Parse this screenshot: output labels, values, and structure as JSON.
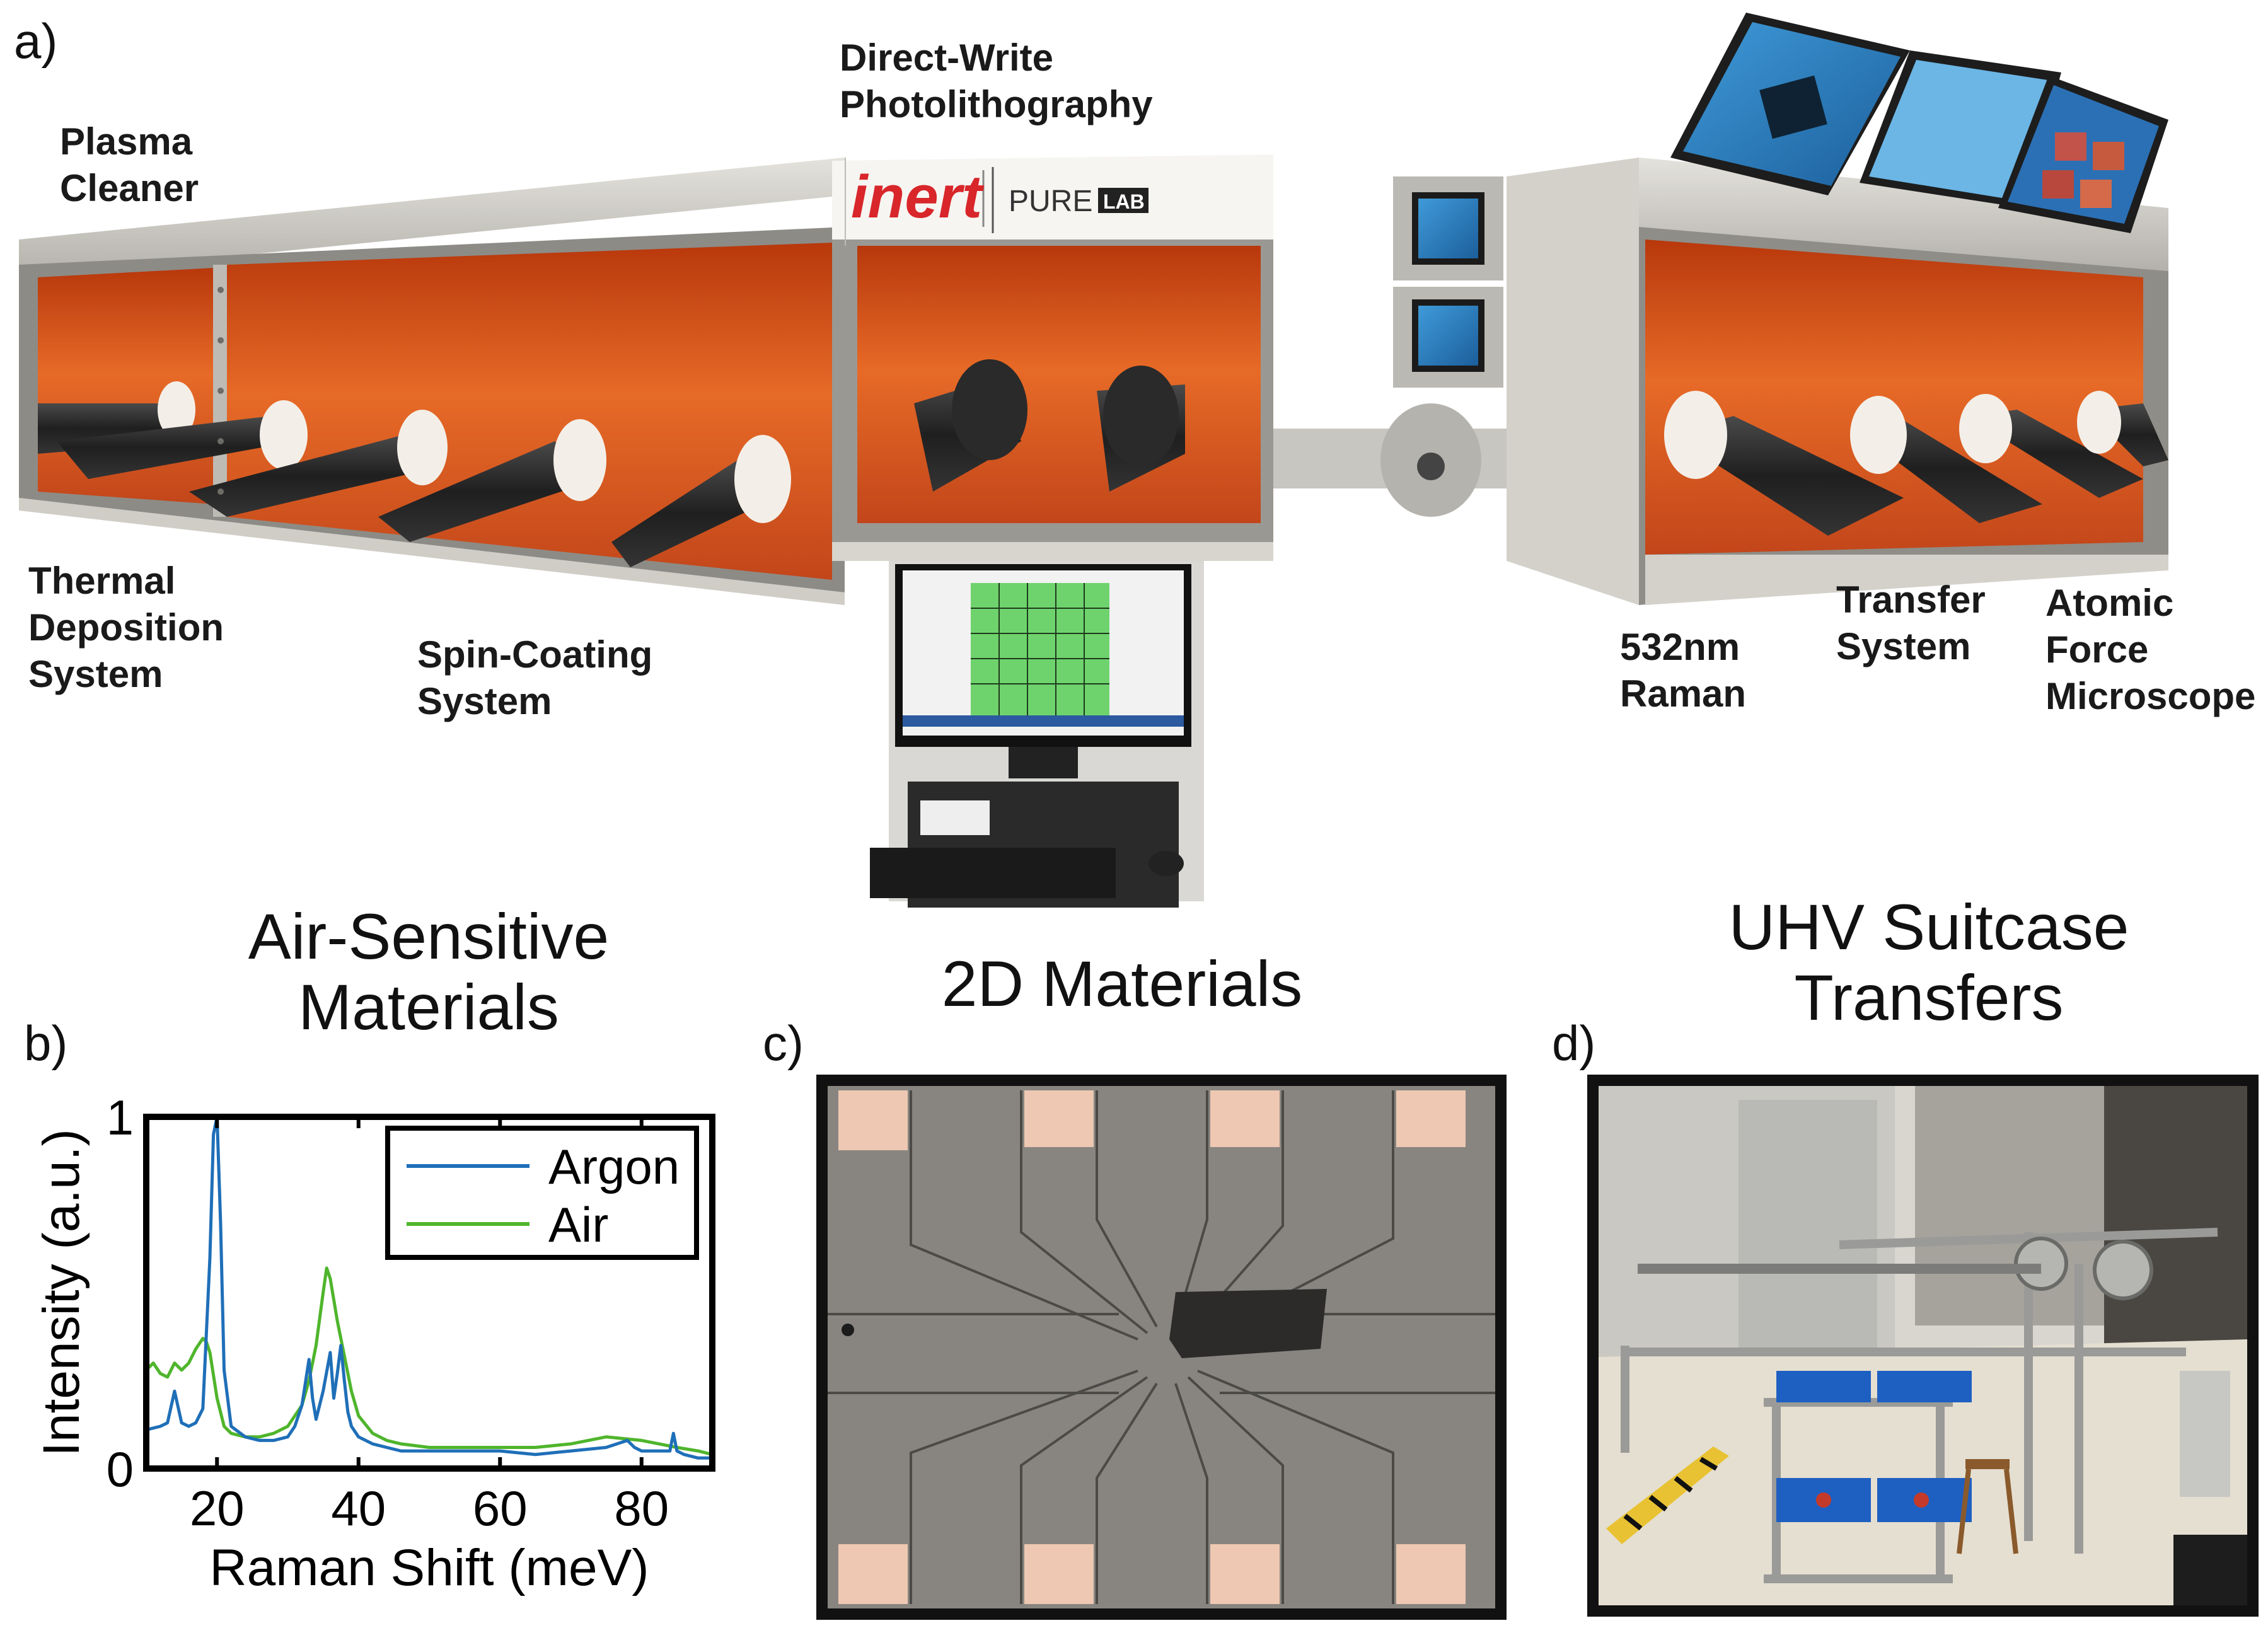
{
  "panel_a": {
    "letter": "a)",
    "labels": {
      "plasma_cleaner": "Plasma\nCleaner",
      "direct_write": "Direct-Write\nPhotolithography",
      "thermal": "Thermal\nDeposition\nSystem",
      "spin_coating": "Spin-Coating\nSystem",
      "raman": "532nm\nRaman",
      "transfer": "Transfer\nSystem",
      "afm": "Atomic\nForce\nMicroscope"
    },
    "brand": {
      "inert": "inert",
      "purelab": "PURE",
      "lab_tag": "LAB"
    },
    "colors": {
      "window": "#e0561c",
      "frame": "#c9c7c0",
      "brand_red": "#d8262a"
    }
  },
  "panel_b": {
    "letter": "b)",
    "title": "Air-Sensitive\nMaterials"
  },
  "panel_c": {
    "letter": "c)",
    "title": "2D Materials"
  },
  "panel_d": {
    "letter": "d)",
    "title": "UHV Suitcase\nTransfers"
  },
  "chart_data": {
    "type": "line",
    "xlabel": "Raman Shift (meV)",
    "ylabel": "Intensity (a.u.)",
    "xlim": [
      10,
      90
    ],
    "ylim": [
      0,
      1
    ],
    "xticks": [
      20,
      40,
      60,
      80
    ],
    "yticks": [
      0,
      1
    ],
    "legend_position": "top-right",
    "series": [
      {
        "name": "Argon",
        "color": "#1f6fb8",
        "x": [
          10,
          12,
          13,
          14,
          15,
          16,
          17,
          18,
          19,
          19.5,
          20,
          20.5,
          21,
          22,
          24,
          26,
          28,
          30,
          31,
          32,
          33,
          33.5,
          34,
          35,
          36,
          36.5,
          37,
          37.5,
          38,
          38.5,
          39,
          40,
          42,
          44,
          46,
          50,
          55,
          60,
          65,
          70,
          75,
          78,
          79,
          80,
          82,
          84,
          84.5,
          85,
          86,
          88,
          90
        ],
        "y": [
          0.11,
          0.12,
          0.13,
          0.22,
          0.13,
          0.12,
          0.13,
          0.17,
          0.6,
          0.95,
          1.0,
          0.7,
          0.28,
          0.12,
          0.09,
          0.08,
          0.08,
          0.09,
          0.12,
          0.18,
          0.31,
          0.2,
          0.14,
          0.22,
          0.33,
          0.2,
          0.27,
          0.35,
          0.25,
          0.16,
          0.12,
          0.09,
          0.07,
          0.06,
          0.05,
          0.05,
          0.05,
          0.05,
          0.04,
          0.05,
          0.06,
          0.08,
          0.06,
          0.05,
          0.05,
          0.05,
          0.1,
          0.05,
          0.04,
          0.03,
          0.03
        ]
      },
      {
        "name": "Air",
        "color": "#4fb52c",
        "x": [
          10,
          11,
          12,
          13,
          14,
          15,
          16,
          17,
          18,
          18.5,
          19,
          20,
          21,
          22,
          24,
          26,
          28,
          30,
          32,
          33,
          34,
          35,
          35.5,
          36,
          37,
          38,
          39,
          40,
          42,
          44,
          46,
          50,
          55,
          60,
          65,
          70,
          75,
          80,
          85,
          88,
          90
        ],
        "y": [
          0.28,
          0.3,
          0.27,
          0.26,
          0.3,
          0.28,
          0.3,
          0.34,
          0.37,
          0.36,
          0.33,
          0.2,
          0.12,
          0.1,
          0.09,
          0.09,
          0.1,
          0.12,
          0.18,
          0.25,
          0.35,
          0.5,
          0.57,
          0.54,
          0.42,
          0.32,
          0.22,
          0.15,
          0.1,
          0.08,
          0.07,
          0.06,
          0.06,
          0.06,
          0.06,
          0.07,
          0.09,
          0.08,
          0.06,
          0.05,
          0.04
        ]
      }
    ]
  }
}
